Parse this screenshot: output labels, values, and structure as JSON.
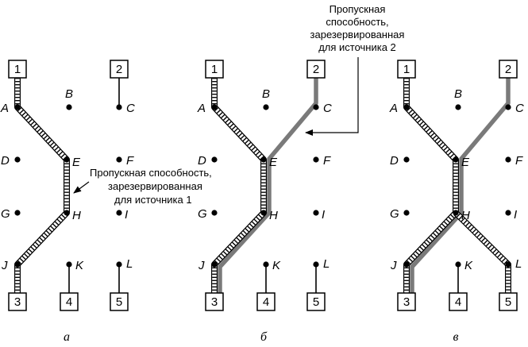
{
  "panels": [
    {
      "caption": "а",
      "node_labels": {
        "A": "A",
        "B": "B",
        "C": "C",
        "D": "D",
        "E": "E",
        "F": "F",
        "G": "G",
        "H": "H",
        "I": "I",
        "J": "J",
        "K": "K",
        "L": "L"
      },
      "source_labels": [
        "1",
        "2"
      ],
      "sink_labels": [
        "3",
        "4",
        "5"
      ]
    },
    {
      "caption": "б",
      "node_labels": {
        "A": "A",
        "B": "B",
        "C": "C",
        "D": "D",
        "E": "E",
        "F": "F",
        "G": "G",
        "H": "H",
        "I": "I",
        "J": "J",
        "K": "K",
        "L": "L"
      },
      "source_labels": [
        "1",
        "2"
      ],
      "sink_labels": [
        "3",
        "4",
        "5"
      ]
    },
    {
      "caption": "в",
      "node_labels": {
        "A": "A",
        "B": "B",
        "C": "C",
        "D": "D",
        "E": "E",
        "F": "F",
        "G": "G",
        "H": "H",
        "I": "I",
        "J": "J",
        "K": "K",
        "L": "L"
      },
      "source_labels": [
        "1",
        "2"
      ],
      "sink_labels": [
        "3",
        "4",
        "5"
      ]
    }
  ],
  "annotations": {
    "source1": [
      "Пропускная способность,",
      "зарезервированная",
      "для источника 1"
    ],
    "source2": [
      "Пропускная",
      "способность,",
      "зарезервированная",
      "для источника 2"
    ]
  }
}
